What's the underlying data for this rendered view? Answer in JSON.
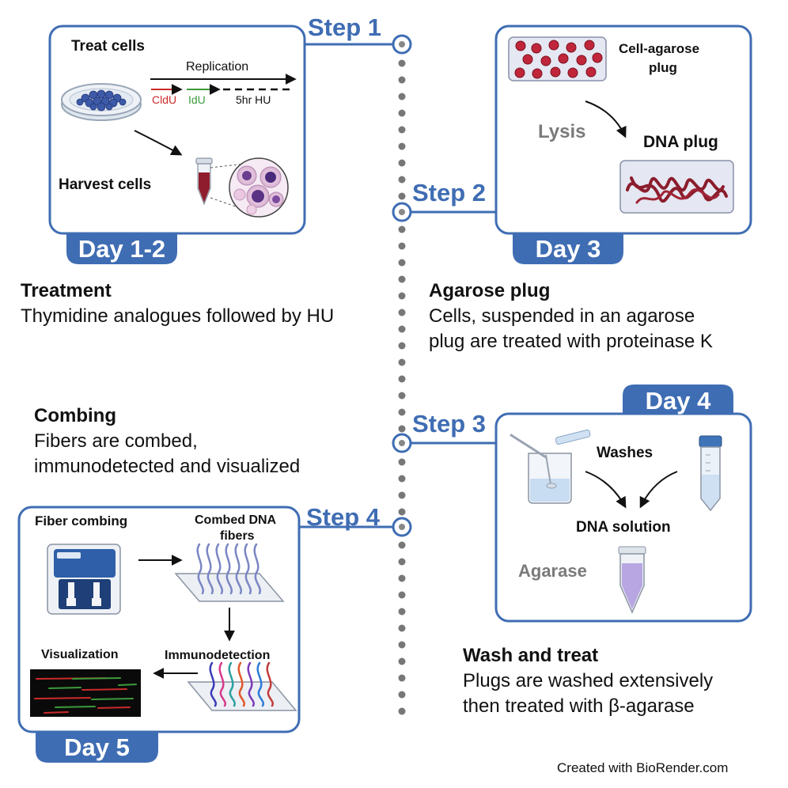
{
  "steps": [
    "Step 1",
    "Step 2",
    "Step 3",
    "Step 4"
  ],
  "days": [
    "Day 1-2",
    "Day 3",
    "Day 4",
    "Day 5"
  ],
  "panel1": {
    "treat_cells": "Treat cells",
    "replication": "Replication",
    "cldu": "CldU",
    "idu": "IdU",
    "hu": "5hr HU",
    "harvest_cells": "Harvest cells"
  },
  "panel2": {
    "cell_agarose_1": "Cell-agarose",
    "cell_agarose_2": "plug",
    "lysis": "Lysis",
    "dna_plug": "DNA plug"
  },
  "panel3": {
    "washes": "Washes",
    "dna_solution": "DNA solution",
    "agarase": "Agarase"
  },
  "panel4": {
    "fiber_combing": "Fiber combing",
    "combed_1": "Combed DNA",
    "combed_2": "fibers",
    "immunodetection": "Immunodetection",
    "visualization": "Visualization"
  },
  "descriptions": {
    "treatment": {
      "title": "Treatment",
      "lines": [
        "Thymidine analogues followed by HU"
      ]
    },
    "agarose": {
      "title": "Agarose plug",
      "lines": [
        "Cells, suspended in an agarose",
        "plug are treated with proteinase K"
      ]
    },
    "combing": {
      "title": "Combing",
      "lines": [
        "Fibers are combed,",
        "immunodetected and visualized"
      ]
    },
    "wash": {
      "title": "Wash and treat",
      "lines": [
        "Plugs are washed extensively",
        "then treated with β-agarase"
      ]
    }
  },
  "credit": "Created with BioRender.com",
  "colors": {
    "accent": "#3f6db3",
    "cldu": "#cc2b2b",
    "idu": "#3c9a3c",
    "dna": "#8b1d2c",
    "timeline_dot": "#777777"
  },
  "icons": [
    "petri-dish-icon",
    "tube-icon",
    "cell-icon",
    "agarose-plug-icon",
    "beaker-icon",
    "falcon-tube-icon",
    "combing-machine-icon",
    "coverslip-icon",
    "microscopy-image-icon"
  ]
}
